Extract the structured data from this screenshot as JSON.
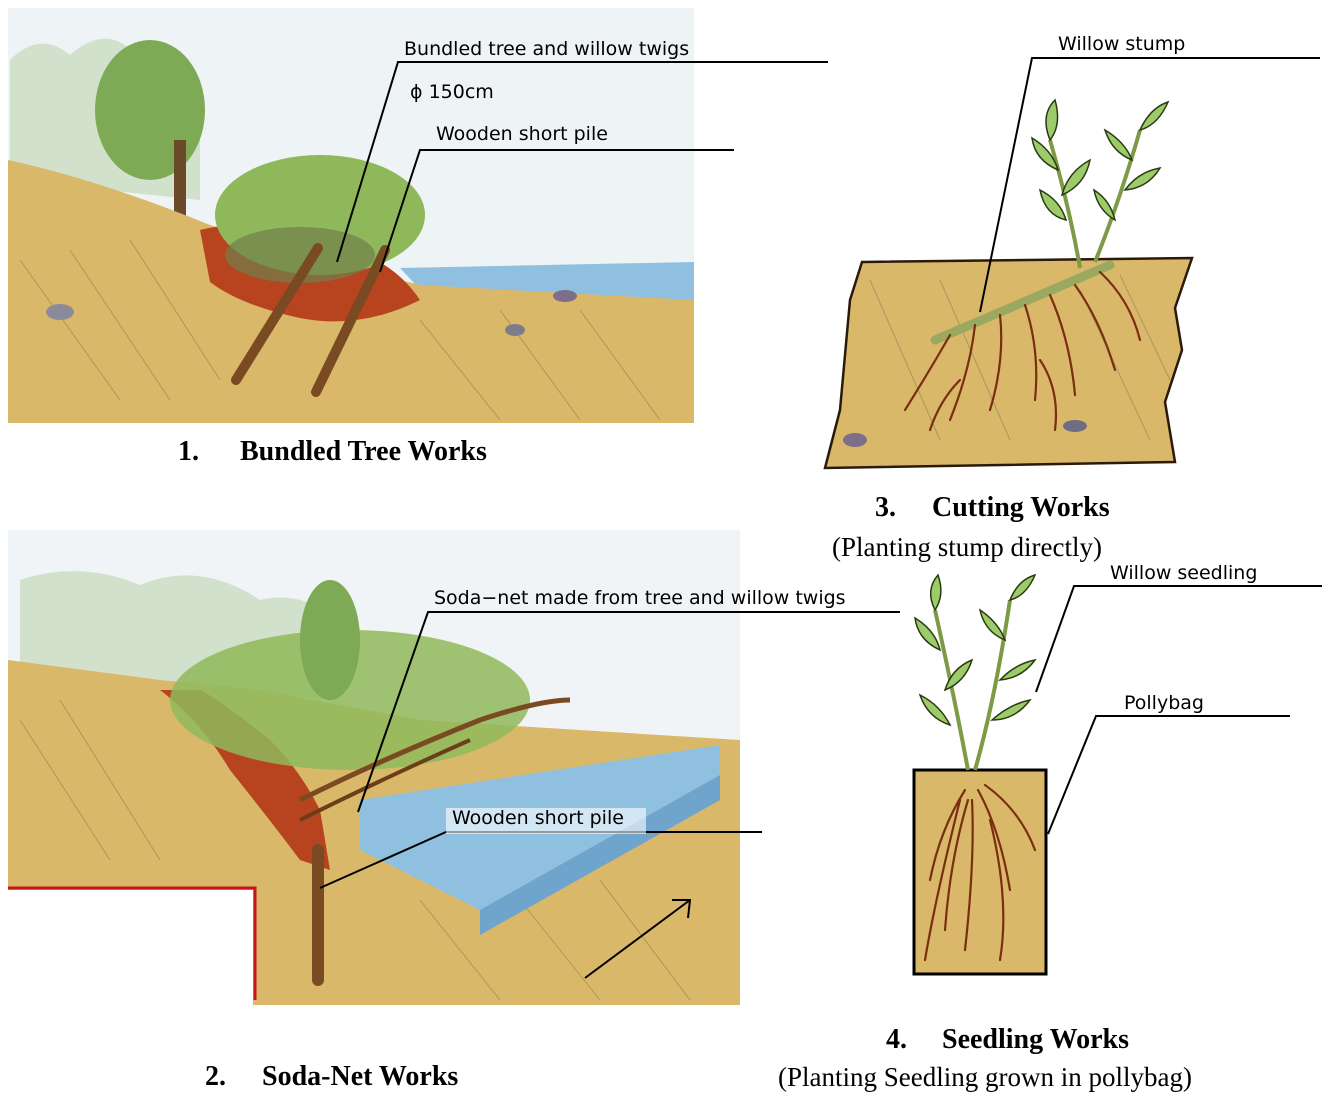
{
  "panels": [
    {
      "id": "bundled",
      "caption_number": "1.",
      "caption_title": "Bundled Tree Works",
      "labels": [
        "Bundled tree and willow twigs",
        "ϕ 150cm",
        "Wooden short pile"
      ]
    },
    {
      "id": "sodanet",
      "caption_number": "2.",
      "caption_title": "Soda-Net Works",
      "labels": [
        "Soda−net made from tree and willow twigs",
        "Wooden short pile"
      ]
    },
    {
      "id": "cutting",
      "caption_number": "3.",
      "caption_title": "Cutting Works",
      "caption_sub": "(Planting stump directly)",
      "labels": [
        "Willow stump"
      ]
    },
    {
      "id": "seedling",
      "caption_number": "4.",
      "caption_title": "Seedling Works",
      "caption_sub": "(Planting Seedling grown in pollybag)",
      "labels": [
        "Willow seedling",
        "Pollybag"
      ]
    }
  ],
  "colors": {
    "soil": "#d9b86a",
    "soil_dark": "#b8964a",
    "clay": "#b8431f",
    "water": "#8fc0e0",
    "foliage": "#8fb85a",
    "leaf": "#9ccc6a",
    "sky": "#eef3f6",
    "pile": "#7a4a22",
    "root": "#7a2e10",
    "red_line": "#c81414"
  }
}
